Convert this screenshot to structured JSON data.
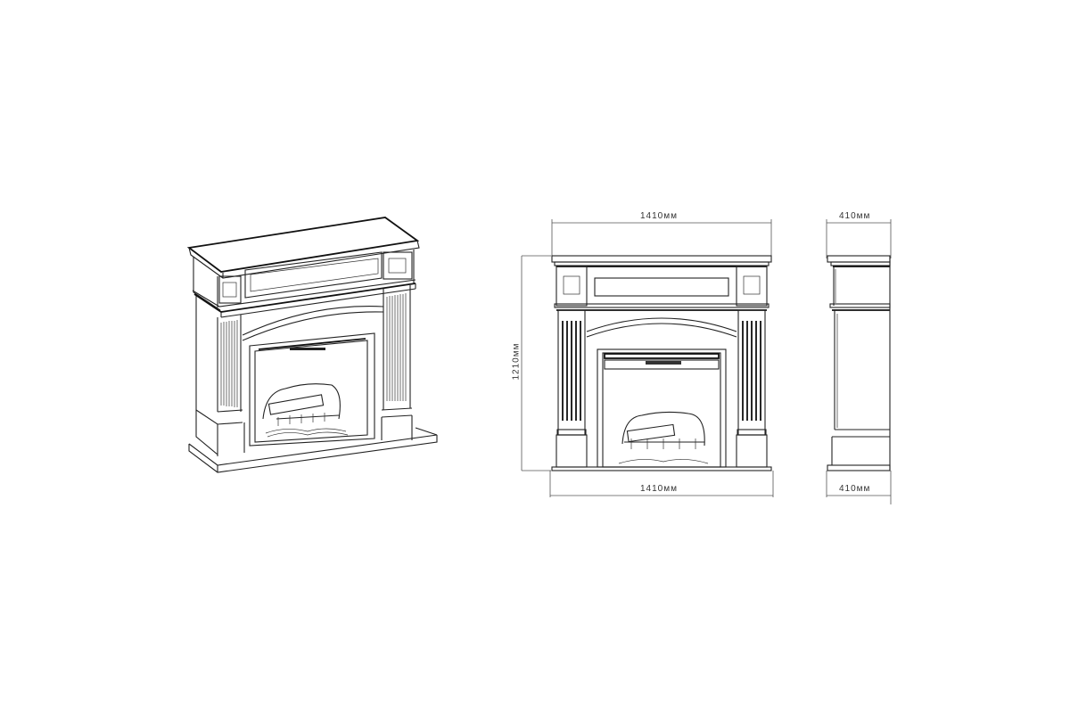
{
  "drawing": {
    "title": "Fireplace portal technical drawing",
    "views": [
      {
        "name": "perspective",
        "label": ""
      },
      {
        "name": "front",
        "label": ""
      },
      {
        "name": "side",
        "label": ""
      }
    ],
    "dimensions": {
      "front_top_width": "1410мм",
      "front_bottom_width": "1410мм",
      "front_height": "1210мм",
      "side_top_depth": "410мм",
      "side_bottom_depth": "410мм"
    },
    "colors": {
      "background": "#ffffff",
      "line": "#222222"
    }
  }
}
